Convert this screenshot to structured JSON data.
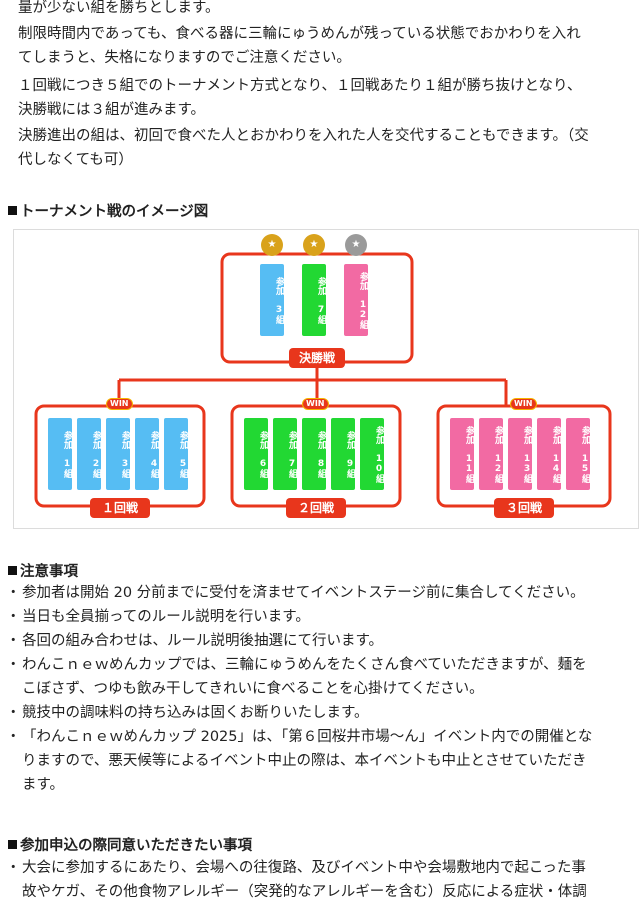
{
  "rules": {
    "line1": "量が少ない組を勝ちとします。",
    "line2": "制限時間内であっても、食べる器に三輪にゅうめんが残っている状態でおかわりを入れ\nてしまうと、失格になりますのでご注意ください。",
    "line3": "１回戦につき５組でのトーナメント方式となり、１回戦あたり１組が勝ち抜けとなり、\n決勝戦には３組が進みます。",
    "line4": "決勝進出の組は、初回で食べた人とおかわりを入れた人を交代することもできます。（交\n代しなくても可）"
  },
  "tournament": {
    "heading": "トーナメント戦のイメージ図",
    "final_label": "決勝戦",
    "win_text": "WIN",
    "final_teams": [
      {
        "text": "参加 3組",
        "color": "#56bdf3"
      },
      {
        "text": "参加 7組",
        "color": "#22d833"
      },
      {
        "text": "参加 12組",
        "color": "#f26aa3"
      }
    ],
    "rounds": [
      {
        "label": "１回戦",
        "color": "#56bdf3",
        "teams": [
          "参加 1組",
          "参加 2組",
          "参加 3組",
          "参加 4組",
          "参加 5組"
        ]
      },
      {
        "label": "２回戦",
        "color": "#22d833",
        "teams": [
          "参加 6組",
          "参加 7組",
          "参加 8組",
          "参加 9組",
          "参加 10組"
        ]
      },
      {
        "label": "３回戦",
        "color": "#f26aa3",
        "teams": [
          "参加 11組",
          "参加 12組",
          "参加 13組",
          "参加 14組",
          "参加 15組"
        ]
      }
    ],
    "medal_colors": [
      "#d9a21b",
      "#d9a21b",
      "#9a9a9a"
    ],
    "line_color": "#e8361c"
  },
  "notes": {
    "heading": "注意事項",
    "items": [
      "参加者は開始 20 分前までに受付を済ませてイベントステージ前に集合してください。",
      "当日も全員揃ってのルール説明を行います。",
      "各回の組み合わせは、ルール説明後抽選にて行います。",
      "わんこｎｅｗめんカップでは、三輪にゅうめんをたくさん食べていただきますが、麺を\nこぼさず、つゆも飲み干してきれいに食べることを心掛けてください。",
      "競技中の調味料の持ち込みは固くお断りいたします。",
      "「わんこｎｅｗめんカップ 2025」は、「第６回桜井市場〜ん」イベント内での開催とな\nりますので、悪天候等によるイベント中止の際は、本イベントも中止とさせていただき\nます。"
    ]
  },
  "consent": {
    "heading": "参加申込の際同意いただきたい事項",
    "items": [
      "大会に参加するにあたり、会場への往復路、及びイベント中や会場敷地内で起こった事\n故やケガ、その他食物アレルギー（突発的なアレルギーを含む）反応による症状・体調"
    ]
  }
}
